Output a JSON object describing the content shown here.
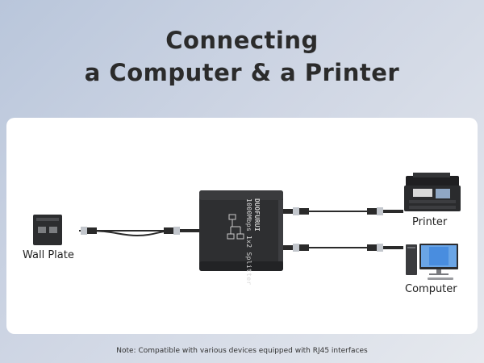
{
  "title": {
    "line1": "Connecting",
    "line2": "a Computer & a Printer"
  },
  "devices": {
    "wall_plate": {
      "label": "Wall Plate",
      "icon": "wall-plate-icon"
    },
    "splitter": {
      "brand": "DUOFURUI",
      "model": "1000Mbps 1x2 Splitter",
      "icon": "splitter-icon"
    },
    "printer": {
      "label": "Printer",
      "icon": "printer-icon"
    },
    "computer": {
      "label": "Computer",
      "icon": "computer-icon"
    }
  },
  "note": "Note: Compatible with various devices equipped with RJ45 interfaces",
  "colors": {
    "cable": "#2a2a2a",
    "connector": "#b8bcc2",
    "splitter_body": "#2e2f31",
    "panel": "#ffffff"
  }
}
